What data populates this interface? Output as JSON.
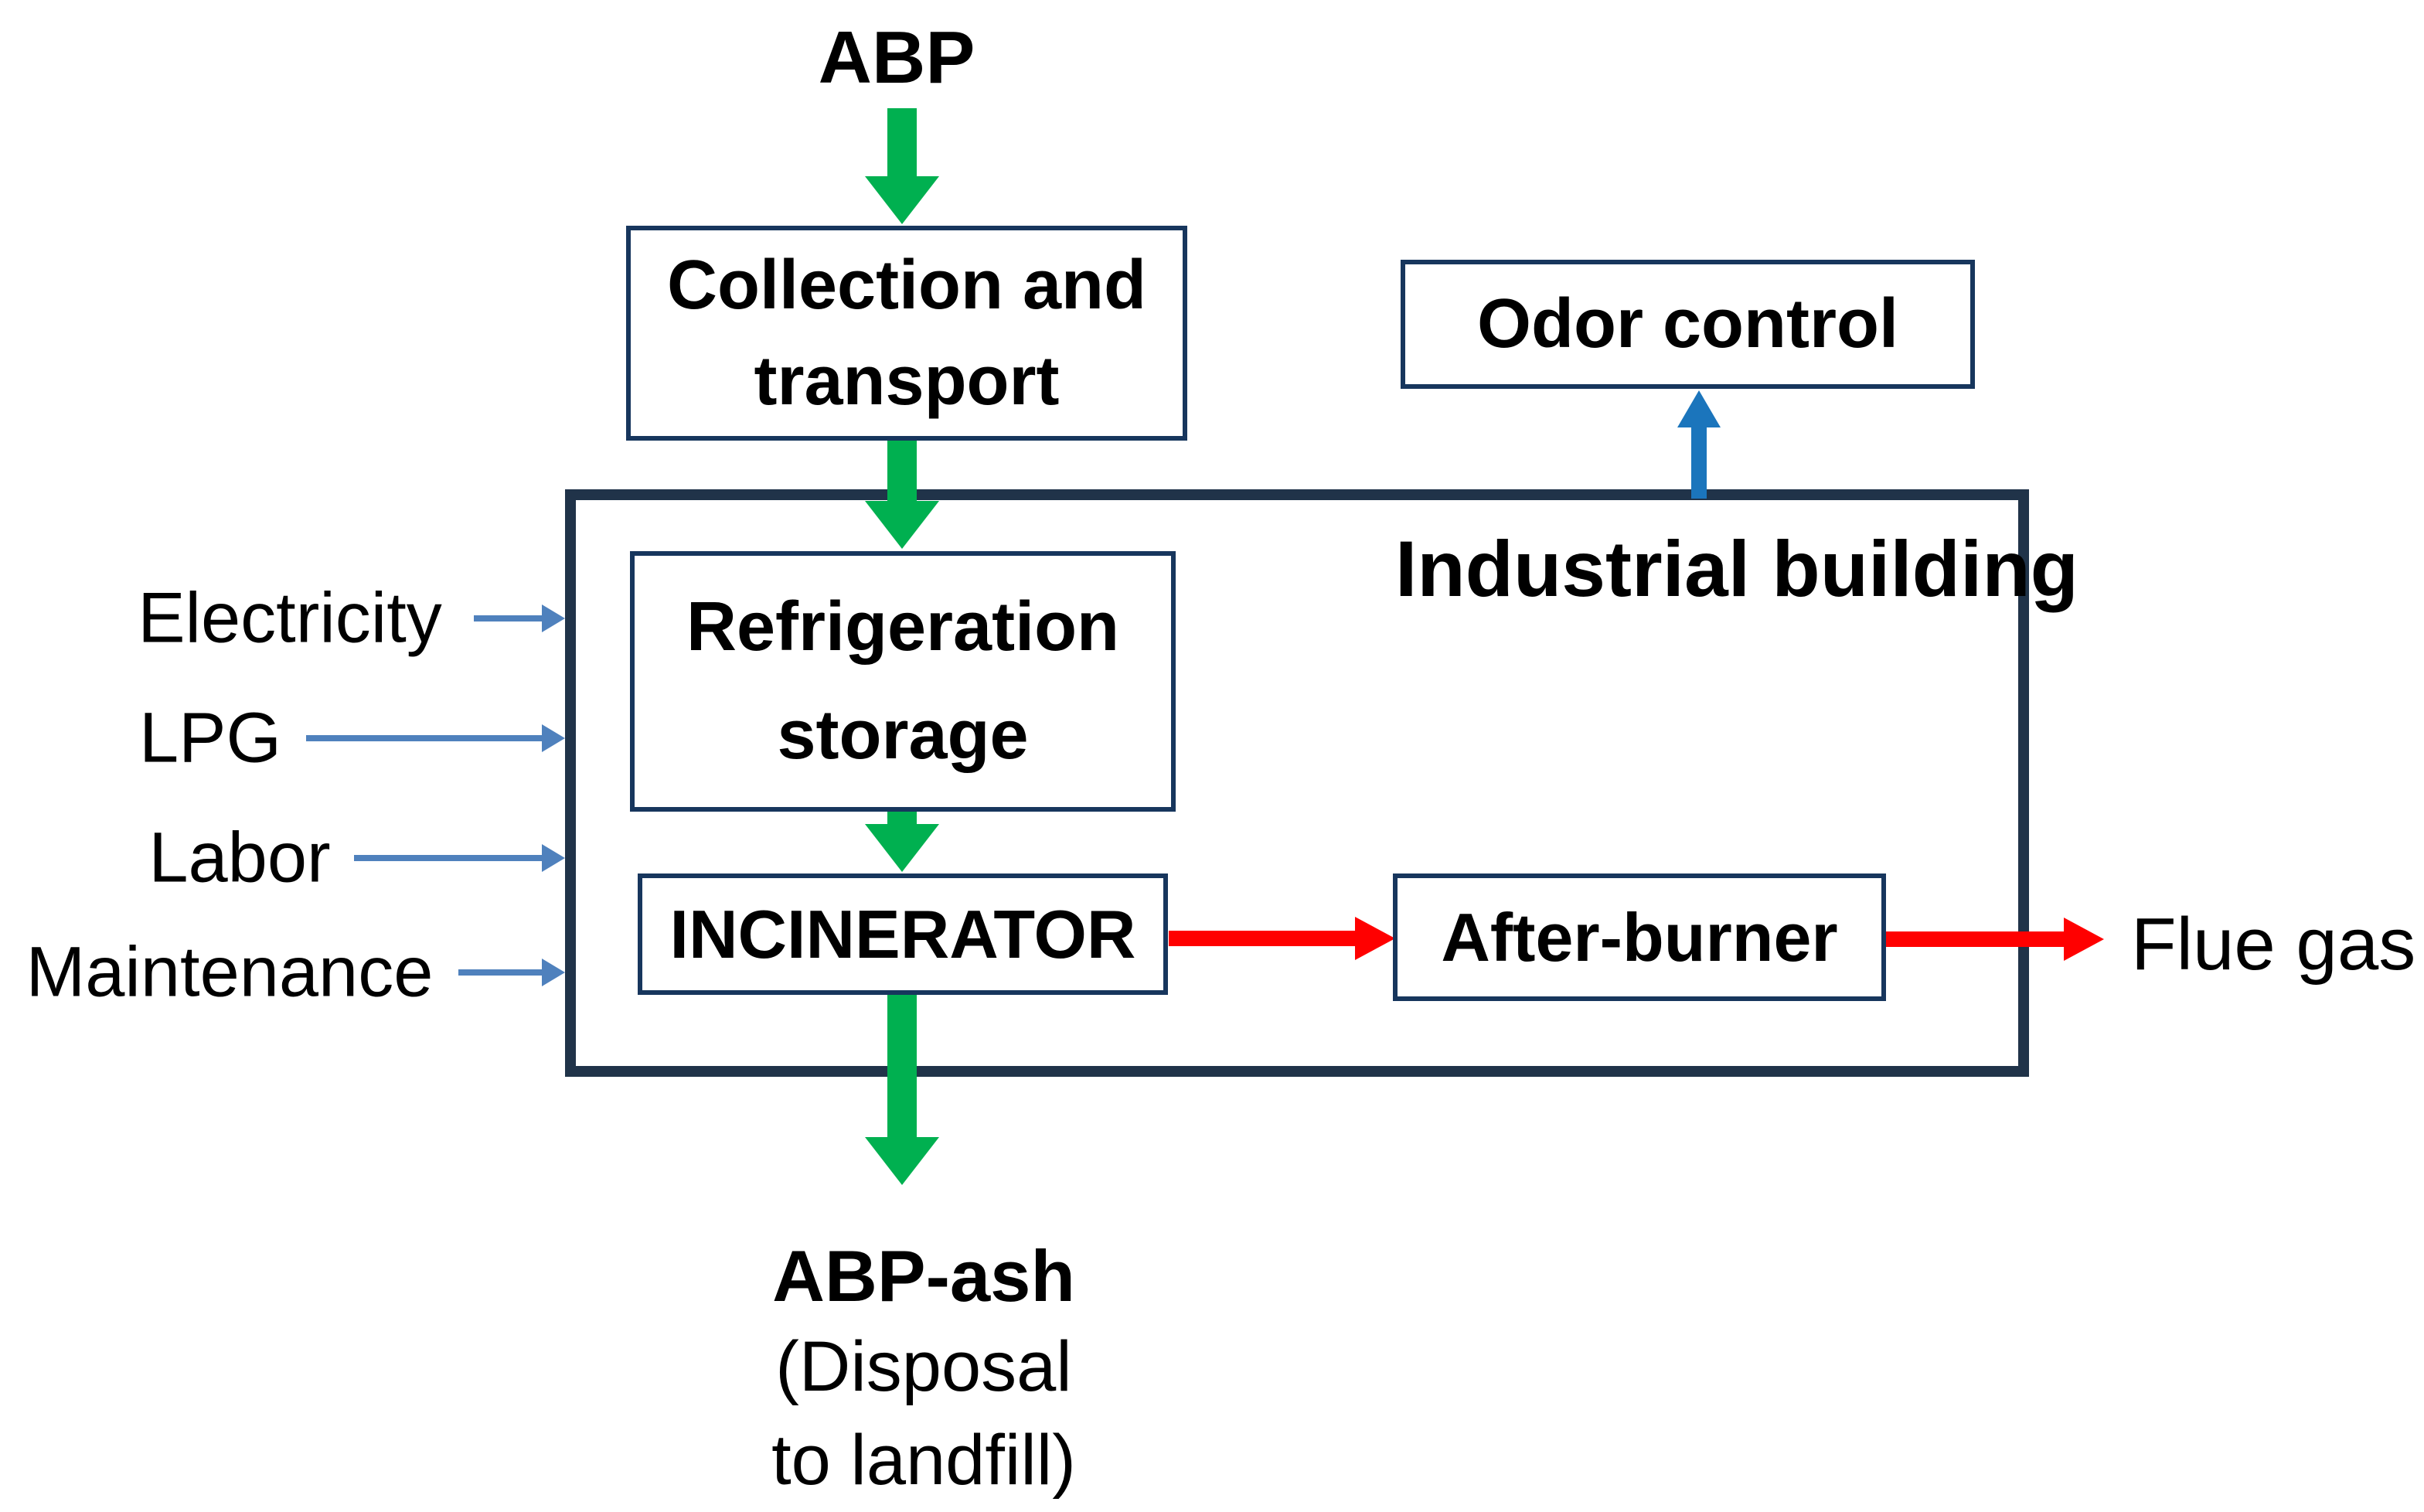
{
  "colors": {
    "green-arrow": "#00b050",
    "red-arrow": "#ff0000",
    "blue-arrow": "#1b75bc",
    "input-arrow": "#4f81bd",
    "box-border": "#17365d",
    "building-border": "#203349",
    "text": "#000000"
  },
  "nodes": {
    "abp": "ABP",
    "collection": "Collection and transport",
    "odor_control": "Odor control",
    "industrial_building": "Industrial building",
    "refrigeration": "Refrigeration storage",
    "incinerator": "INCINERATOR",
    "afterburner": "After-burner"
  },
  "inputs": [
    {
      "label": "Electricity"
    },
    {
      "label": "LPG"
    },
    {
      "label": "Labor"
    },
    {
      "label": "Maintenance"
    }
  ],
  "outputs": {
    "flue_gas": "Flue gas",
    "abp_ash": "ABP-ash",
    "disposal_line1": "(Disposal",
    "disposal_line2": "to landfill)"
  },
  "icons": {
    "green_flow_arrows": "downward process flow",
    "red_flow_arrows": "flue gas flow",
    "blue_up_arrow": "odor extraction",
    "thin_blue_arrows": "resource inputs"
  }
}
